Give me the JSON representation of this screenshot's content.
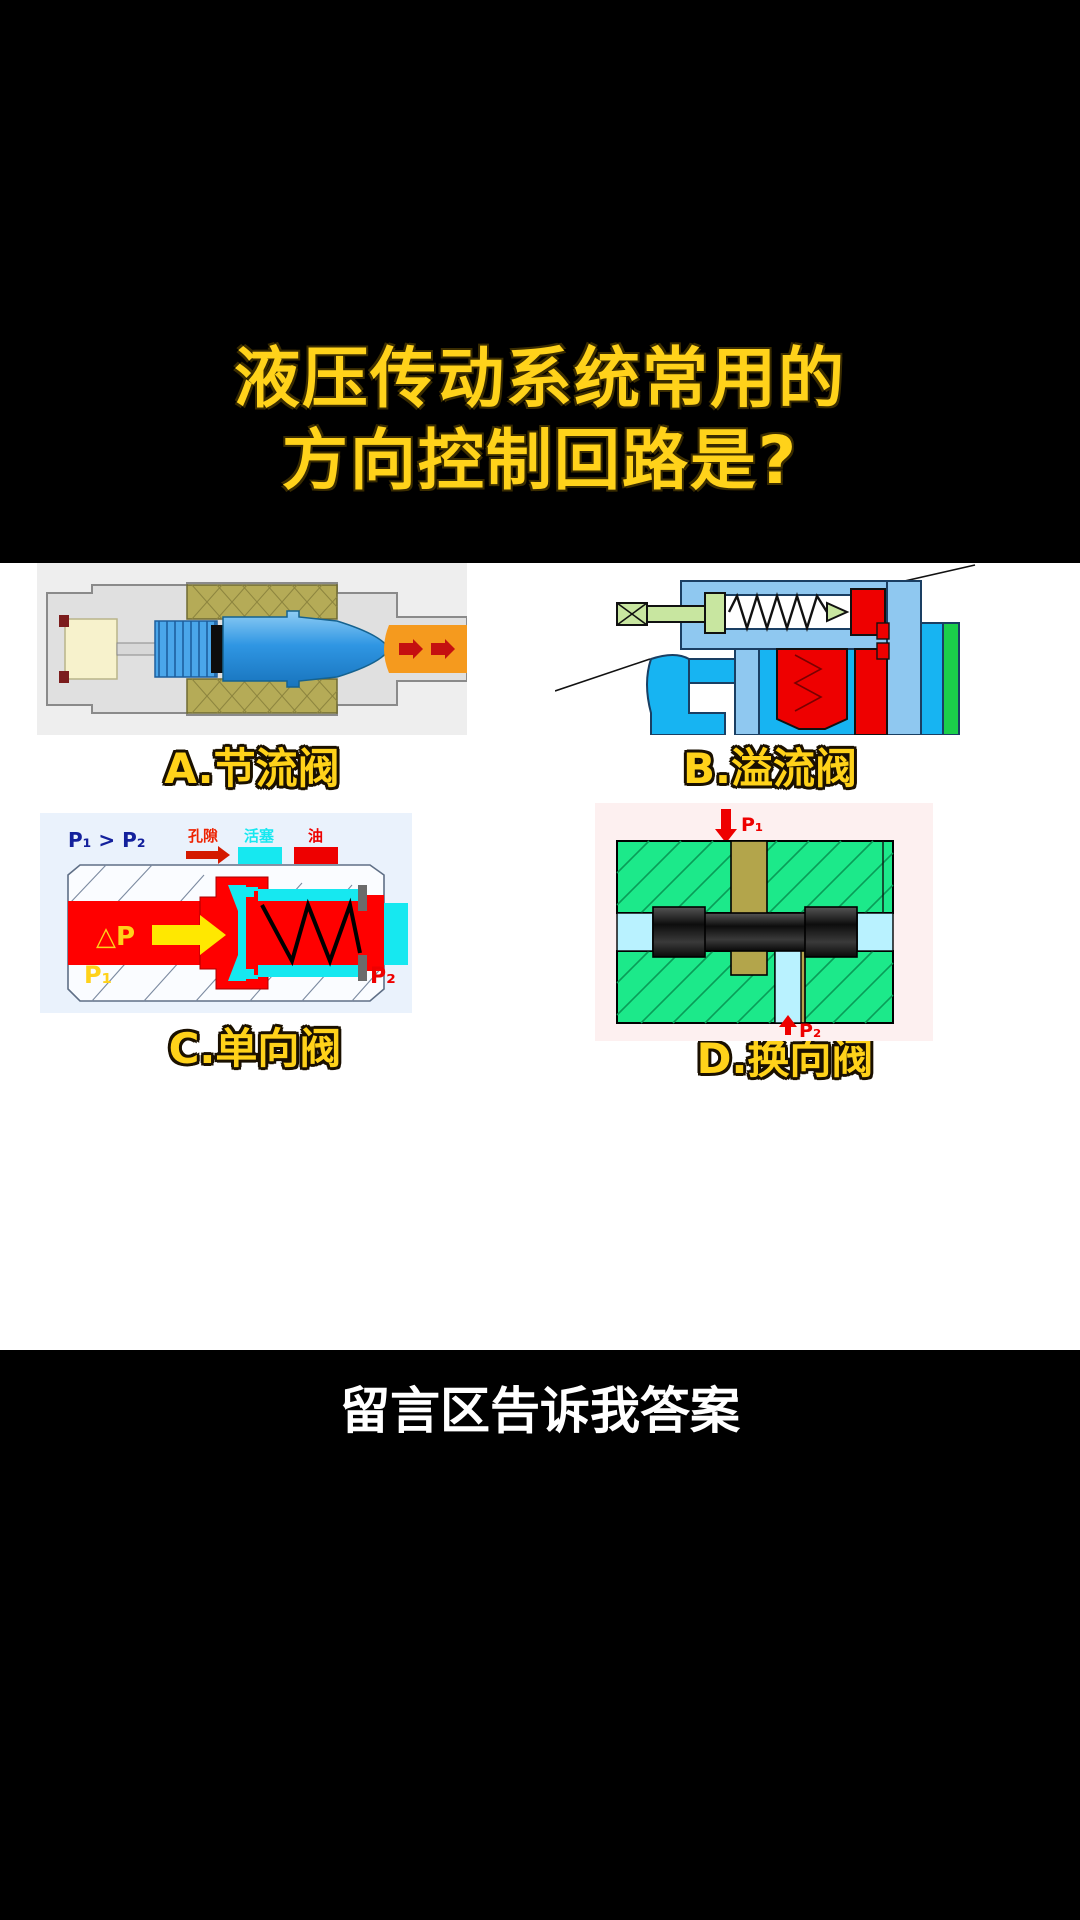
{
  "question": {
    "line1": "液压传动系统常用的",
    "line2": "方向控制回路是?",
    "color": "#ffd21a"
  },
  "options": [
    {
      "id": "A",
      "label": "A.节流阀",
      "diagram": "throttle-valve-cutaway",
      "colors": {
        "body": "#e2e2e2",
        "brass": "#b0a651",
        "spool": "#3fa0e8",
        "oil": "#f59a1e",
        "seal": "#f7f2cc"
      }
    },
    {
      "id": "B",
      "label": "B.溢流阀",
      "diagram": "relief-valve-cutaway",
      "colors": {
        "body": "#8fc8f0",
        "flow": "#17b4f2",
        "pressure": "#ee0000",
        "spring": "#c8e6a0"
      }
    },
    {
      "id": "C",
      "label": "C.单向阀",
      "diagram": "check-valve-cutaway",
      "colors": {
        "oil": "#ff0000",
        "piston": "#16e8f0",
        "body": "#eef4fc",
        "arrow": "#ffe800"
      },
      "legend": {
        "pressure_relation": "P₁ > P₂",
        "items": [
          {
            "name": "孔隙",
            "color": "#ee0000",
            "swatch": "arrow"
          },
          {
            "name": "活塞",
            "color": "#16e8f0",
            "swatch": "block"
          },
          {
            "name": "油",
            "color": "#ee0000",
            "swatch": "block"
          }
        ],
        "inlet_label": "P₁",
        "outlet_label": "P₂",
        "delta_label": "△P"
      }
    },
    {
      "id": "D",
      "label": "D.换向阀",
      "diagram": "directional-valve-cutaway",
      "colors": {
        "body": "#1ce98a",
        "spool": "#2a2a2a",
        "brass": "#b3a54b",
        "port": "#b9f2ff",
        "bg": "#fdf0f0"
      },
      "ports": [
        {
          "name": "P₁",
          "position": "top"
        },
        {
          "name": "P₂",
          "position": "bottom-right"
        }
      ]
    }
  ],
  "footer": {
    "text": "留言区告诉我答案",
    "color": "#ffffff"
  }
}
